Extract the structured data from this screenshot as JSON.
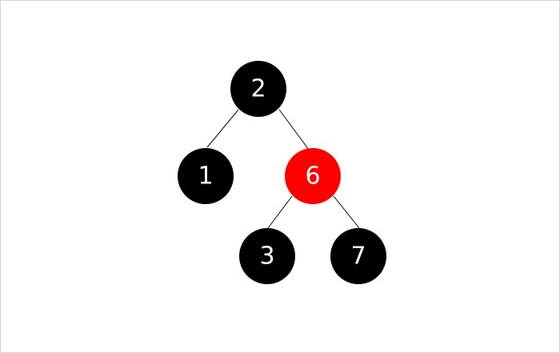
{
  "tree": {
    "nodes": [
      {
        "id": "n2",
        "label": "2",
        "color": "#000000"
      },
      {
        "id": "n1",
        "label": "1",
        "color": "#000000"
      },
      {
        "id": "n6",
        "label": "6",
        "color": "#ff0000"
      },
      {
        "id": "n3",
        "label": "3",
        "color": "#000000"
      },
      {
        "id": "n7",
        "label": "7",
        "color": "#000000"
      }
    ],
    "edges": [
      {
        "from": "n2",
        "to": "n1"
      },
      {
        "from": "n2",
        "to": "n6"
      },
      {
        "from": "n6",
        "to": "n3"
      },
      {
        "from": "n6",
        "to": "n7"
      }
    ]
  }
}
